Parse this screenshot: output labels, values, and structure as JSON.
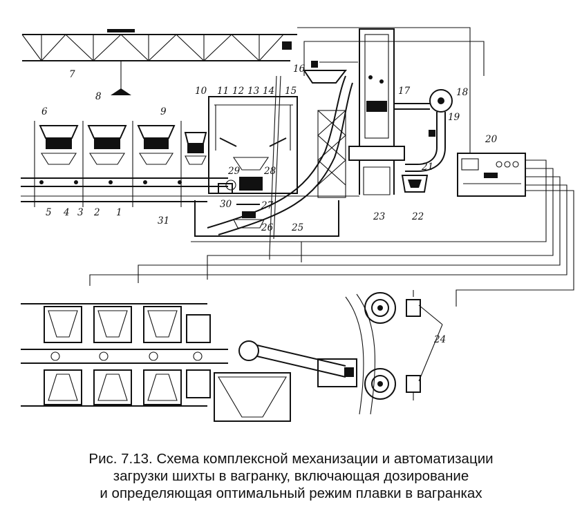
{
  "figure": {
    "labels": [
      "1",
      "2",
      "3",
      "4",
      "5",
      "6",
      "7",
      "8",
      "9",
      "10",
      "11",
      "12",
      "13",
      "14",
      "15",
      "16",
      "17",
      "18",
      "19",
      "20",
      "21",
      "22",
      "23",
      "24",
      "25",
      "26",
      "27",
      "28",
      "29",
      "30",
      "31"
    ],
    "caption": [
      "Рис. 7.13. Схема комплексной механизации и автоматизации",
      "загрузки шихты в вагранку, включающая дозирование",
      "и определяющая оптимальный режим плавки в вагранках"
    ]
  }
}
